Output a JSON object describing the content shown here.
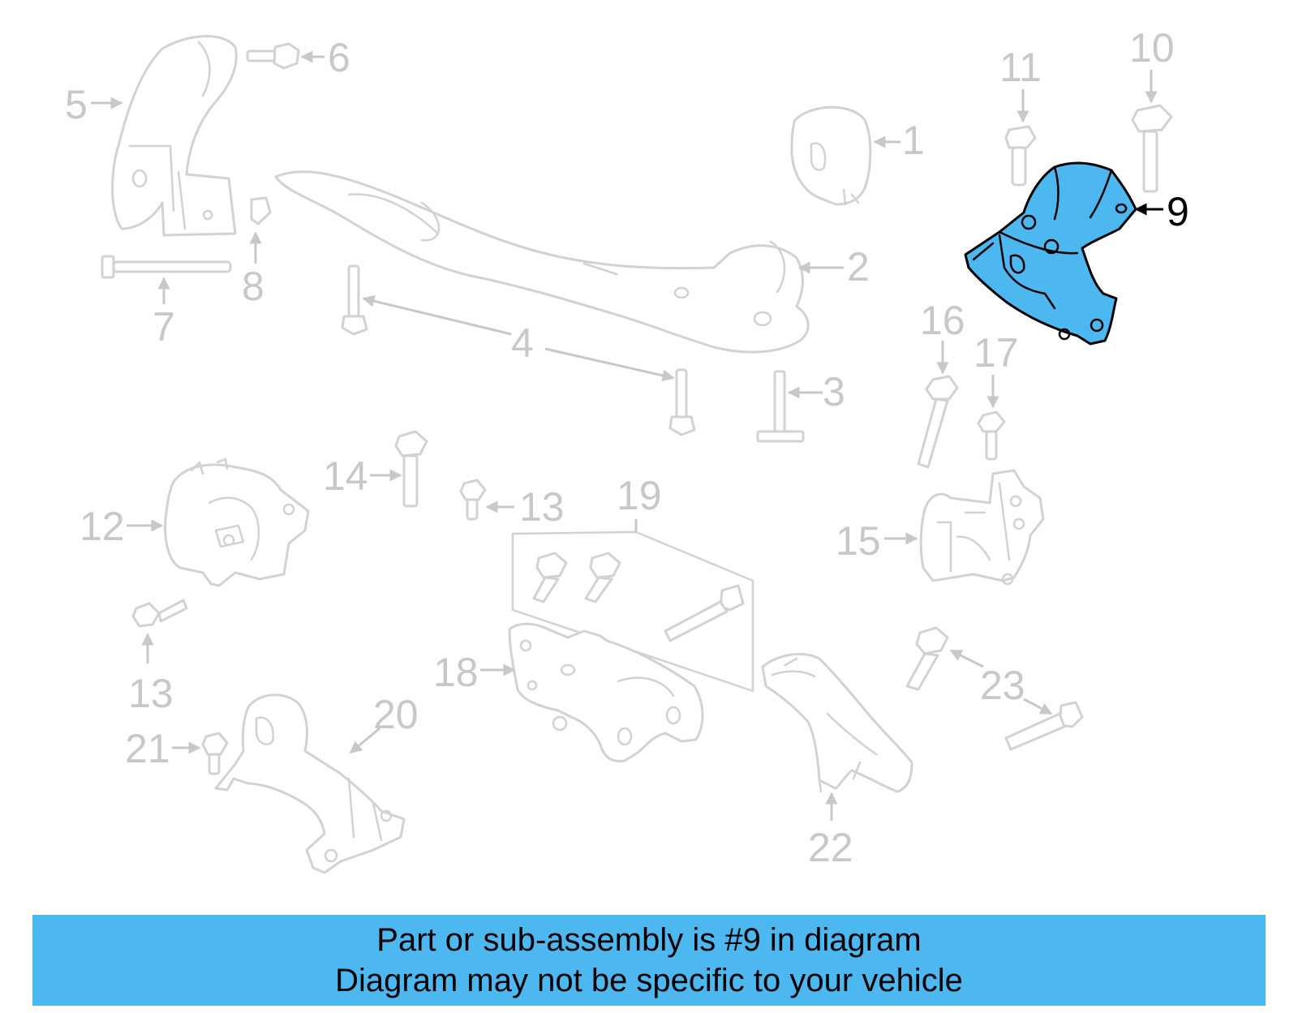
{
  "diagram": {
    "highlight_color": "#4db8f0",
    "dim_color": "#c8c8c8",
    "highlighted_callout": "9",
    "callouts": {
      "c1": "1",
      "c2": "2",
      "c3": "3",
      "c4": "4",
      "c5": "5",
      "c6": "6",
      "c7": "7",
      "c8": "8",
      "c9": "9",
      "c10": "10",
      "c11": "11",
      "c12": "12",
      "c13a": "13",
      "c13b": "13",
      "c14": "14",
      "c15": "15",
      "c16": "16",
      "c17": "17",
      "c18": "18",
      "c19": "19",
      "c20": "20",
      "c21": "21",
      "c22": "22",
      "c23": "23"
    }
  },
  "banner": {
    "line1": "Part or sub-assembly is #9 in diagram",
    "line2": "Diagram may not be specific to your vehicle",
    "background": "#4db8f0"
  }
}
